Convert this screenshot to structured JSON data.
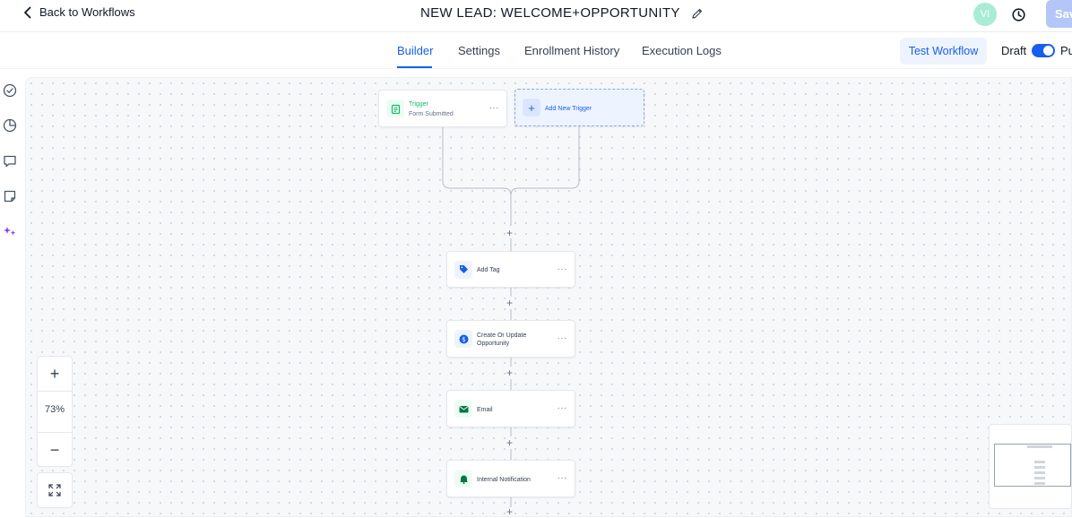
{
  "header": {
    "back_label": "Back to Workflows",
    "title": "NEW LEAD: WELCOME+OPPORTUNITY",
    "avatar_initials": "VI",
    "save_label": "Save"
  },
  "tabs": [
    {
      "label": "Builder",
      "active": true
    },
    {
      "label": "Settings",
      "active": false
    },
    {
      "label": "Enrollment History",
      "active": false
    },
    {
      "label": "Execution Logs",
      "active": false
    }
  ],
  "actions": {
    "test_label": "Test Workflow",
    "draft_label": "Draft",
    "publish_label": "Publish",
    "publish_on": true
  },
  "canvas": {
    "trigger": {
      "title": "Trigger",
      "subtitle": "Form Submitted"
    },
    "add_trigger_label": "Add New Trigger",
    "steps": [
      {
        "label": "Add Tag",
        "icon": "tag-icon"
      },
      {
        "label": "Create Or Update Opportunity",
        "icon": "dollar-icon"
      },
      {
        "label": "Email",
        "icon": "envelope-icon"
      },
      {
        "label": "Internal Notification",
        "icon": "bell-icon"
      }
    ]
  },
  "zoom": {
    "level": "73%"
  },
  "colors": {
    "accent": "#155eef",
    "trigger_green": "#12b76a",
    "tag_blue": "#155eef",
    "email_green": "#067647",
    "save_disabled": "#b4c6f7"
  }
}
